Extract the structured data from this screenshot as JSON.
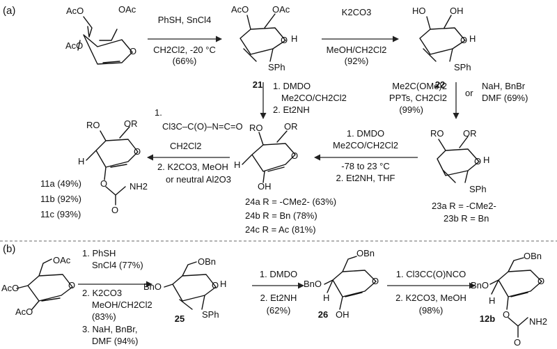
{
  "panels": [
    "(a)",
    "(b)"
  ],
  "reactions_a": [
    {
      "reagents": [
        "PhSH, SnCl4",
        "CH2Cl2, -20 °C",
        "(66%)"
      ]
    },
    {
      "reagents": [
        "K2CO3",
        "MeOH/CH2Cl2",
        "(92%)"
      ]
    },
    {
      "reagents": [
        "1. DMDO",
        "Me2CO/CH2Cl2",
        "2. Et2NH"
      ]
    },
    {
      "reagents": [
        "Me2C(OMe)2",
        "PPTs, CH2Cl2",
        "(99%)"
      ],
      "alt": [
        "or",
        "NaH, BnBr",
        "DMF (69%)"
      ]
    },
    {
      "reagents": [
        "1. DMDO",
        "Me2CO/CH2Cl2",
        "-78 to 23 °C",
        "2. Et2NH, THF"
      ]
    },
    {
      "reagents": [
        "1.",
        "Cl3C–C(O)–N=C=O",
        "CH2Cl2",
        "2. K2CO3, MeOH",
        "or neutral Al2O3"
      ]
    }
  ],
  "compounds_a": {
    "c21": "21",
    "c22": "22",
    "c23": [
      "23a R = -CMe2-",
      "23b R = Bn"
    ],
    "c24": [
      "24a  R = -CMe2- (63%)",
      "24b  R = Bn (78%)",
      "24c  R = Ac (81%)"
    ],
    "c11": [
      "11a (49%)",
      "11b (92%)",
      "11c (93%)"
    ]
  },
  "reactions_b": [
    {
      "reagents": [
        "1. PhSH",
        "SnCl4 (77%)",
        "2. K2CO3",
        "MeOH/CH2Cl2",
        "(83%)",
        "3. NaH, BnBr,",
        "DMF (94%)"
      ]
    },
    {
      "reagents": [
        "1. DMDO",
        "2. Et2NH",
        "(62%)"
      ]
    },
    {
      "reagents": [
        "1. Cl3CC(O)NCO",
        "2. K2CO3, MeOH",
        "(98%)"
      ]
    }
  ],
  "compounds_b": {
    "c25": "25",
    "c26": "26",
    "c12b": "12b"
  },
  "atoms": {
    "OAc": "OAc",
    "AcO": "AcO",
    "O": "O",
    "H": "H",
    "SPh": "SPh",
    "HO": "HO",
    "OH": "OH",
    "RO": "RO",
    "OR": "OR",
    "OBn": "OBn",
    "BnO": "BnO",
    "NH2": "NH2"
  }
}
